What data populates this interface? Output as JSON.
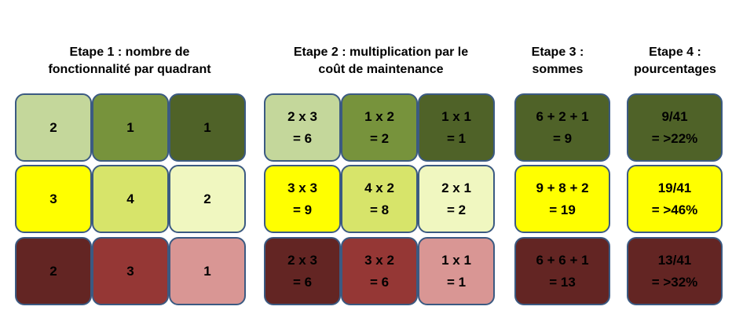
{
  "steps": [
    {
      "title": "Etape 1 : nombre de\nfonctionnalité par quadrant"
    },
    {
      "title": "Etape 2 : multiplication par le\ncoût de maintenance"
    },
    {
      "title": "Etape 3 :\nsommes"
    },
    {
      "title": "Etape 4 :\npourcentages"
    }
  ],
  "step1": {
    "cells": [
      "2",
      "1",
      "1",
      "3",
      "4",
      "2",
      "2",
      "3",
      "1"
    ]
  },
  "step2": {
    "cells": [
      "2 x 3\n= 6",
      "1 x 2\n= 2",
      "1 x 1\n= 1",
      "3 x 3\n= 9",
      "4 x 2\n= 8",
      "2 x 1\n= 2",
      "2 x 3\n= 6",
      "3 x 2\n= 6",
      "1 x 1\n= 1"
    ]
  },
  "step3": {
    "cells": [
      "6 + 2 + 1\n= 9",
      "9 + 8 + 2\n= 19",
      "6 + 6 + 1\n= 13"
    ]
  },
  "step4": {
    "cells": [
      "9/41\n= >22%",
      "19/41\n= >46%",
      "13/41\n= >32%"
    ]
  },
  "colors": {
    "light_green": "#c4d79b",
    "mid_green": "#77933c",
    "dark_green": "#4f6228",
    "yellow": "#ffff00",
    "lime": "#d7e46a",
    "pale_lime": "#f0f7c0",
    "dark_red": "#632523",
    "red": "#953735",
    "pink": "#d99694",
    "border": "#3b5a82"
  }
}
